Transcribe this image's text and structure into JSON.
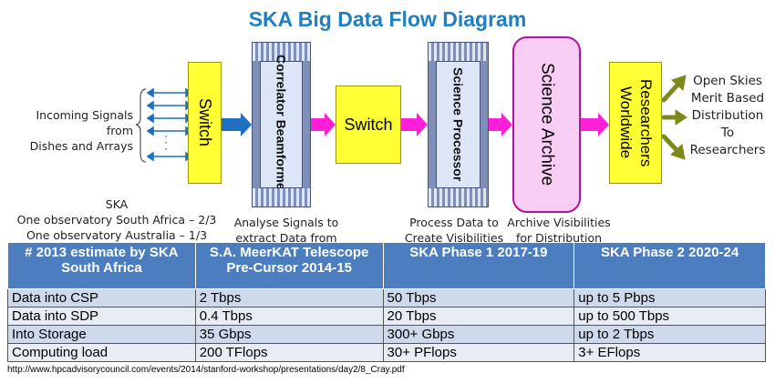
{
  "title": "SKA Big Data Flow Diagram",
  "diagram": {
    "incoming_label": [
      "Incoming Signals from",
      "Dishes and Arrays"
    ],
    "switch1": "Switch",
    "correlator": "Correlator Beamformer",
    "switch2": "Switch",
    "science_processor": "Science Processor",
    "science_archive": "Science Archive",
    "researchers": "Researchers Worldwide",
    "distribution_label": [
      "Open Skies",
      "Merit Based",
      "Distribution",
      "To",
      "Researchers"
    ],
    "ska_label": [
      "SKA",
      "One observatory South Africa – 2/3",
      "One observatory Australia – 1/3"
    ],
    "analyse_label": [
      "Analyse Signals to",
      "extract Data from Noise"
    ],
    "process_label": [
      "Process Data to",
      "Create Visibilities"
    ],
    "archive_label": [
      "Archive Visibilities",
      "for Distribution"
    ],
    "dots": "·\n·\n·",
    "colors": {
      "yellow": "#ffff33",
      "archive": "#f7cdf3",
      "archive_border": "#b0139f",
      "arrow_blue": "#1e6fbf",
      "arrow_magenta": "#ff1fd8",
      "arrow_green": "#7d8a1a"
    }
  },
  "table": {
    "headers": [
      "# 2013 estimate by SKA South Africa",
      "S.A. MeerKAT Telescope Pre-Cursor 2014-15",
      "SKA Phase 1 2017-19",
      "SKA Phase 2 2020-24"
    ],
    "rows": [
      [
        "Data into CSP",
        "2 Tbps",
        "50 Tbps",
        "up to 5 Pbps"
      ],
      [
        "Data into SDP",
        "0.4 Tbps",
        "20 Tbps",
        "up to 500 Tbps"
      ],
      [
        "Into Storage",
        "35 Gbps",
        "300+ Gbps",
        "up to 2 Tbps"
      ],
      [
        "Computing load",
        "200 TFlops",
        "30+ PFlops",
        "3+ EFlops"
      ]
    ]
  },
  "source_url": "http://www.hpcadvisorycouncil.com/events/2014/stanford-workshop/presentations/day2/8_Cray.pdf"
}
